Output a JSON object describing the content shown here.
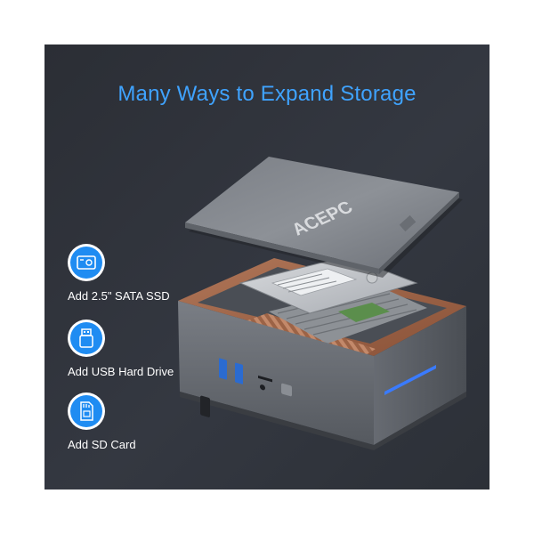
{
  "headline": "Many Ways to Expand Storage",
  "brand_logo": "ACEPC",
  "features": [
    {
      "label": "Add 2.5\" SATA SSD",
      "icon": "ssd-drive-icon"
    },
    {
      "label": "Add USB Hard Drive",
      "icon": "usb-drive-icon"
    },
    {
      "label": "Add SD Card",
      "icon": "sd-card-icon"
    }
  ],
  "colors": {
    "panel_background": "#30343b",
    "headline": "#3fa3ff",
    "icon_circle": "#1f8cf2",
    "feature_text": "#ffffff",
    "copper_heatsink": "#a0674a",
    "case_gray": "#6b6f76",
    "led_blue": "#3a7bff"
  }
}
